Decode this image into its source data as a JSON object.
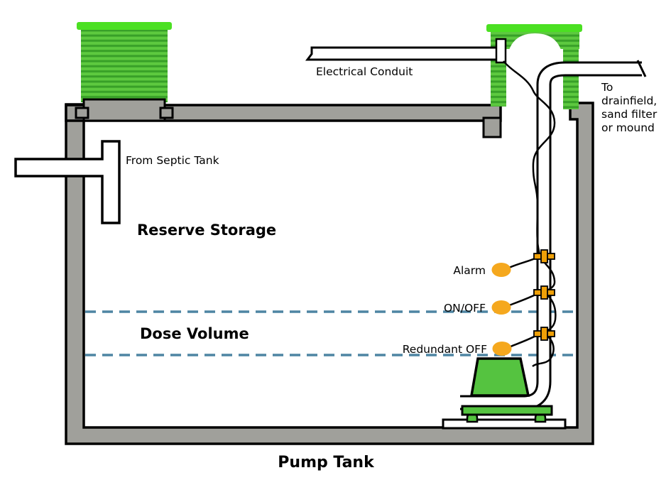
{
  "diagram": {
    "title": "Pump Tank",
    "labels": {
      "electrical_conduit": "Electrical Conduit",
      "from_septic_tank": "From Septic Tank",
      "reserve_storage": "Reserve Storage",
      "dose_volume": "Dose Volume",
      "alarm": "Alarm",
      "on_off": "ON/OFF",
      "redundant_off": "Redundant OFF",
      "to_drainfield_lines": [
        "To",
        "drainfield,",
        "sand filter",
        "or mound"
      ]
    },
    "colors": {
      "wall_gray": "#A0A09B",
      "riser_rib_green": "#5DC93F",
      "riser_cap_green": "#4BE022",
      "pump_green": "#55C340",
      "float_orange": "#F5A81E",
      "clamp_orange": "#EFA008",
      "dose_line_blue": "#4E85A3",
      "outline_black": "#000000"
    }
  }
}
